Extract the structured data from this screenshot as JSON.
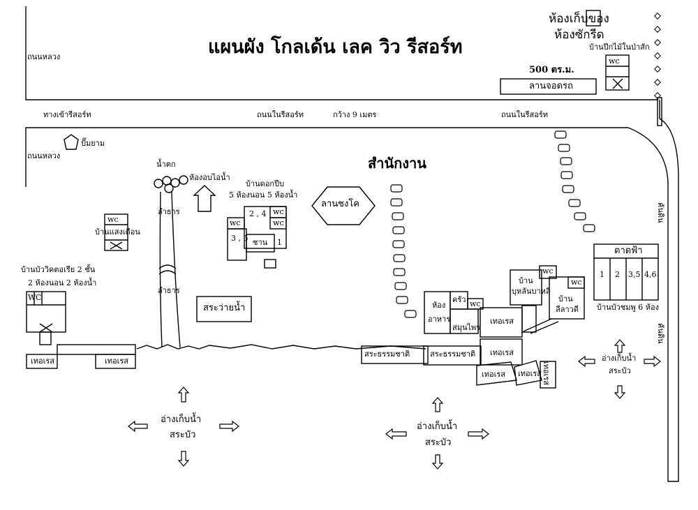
{
  "title": "แผนผัง โกลเด้น เลค วิว รีสอร์ท",
  "storage": {
    "line1": "ห้องเก็บของ",
    "line2": "ห้องซักรีด"
  },
  "teak_house": "บ้านปีกไม้ในป่าสัก",
  "area_size": "500 ตร.ม.",
  "parking": "ลานจอดรถ",
  "roads": {
    "main_top": "ถนนหลวง",
    "main_bottom": "ถนนหลวง",
    "entrance": "ทางเข้ารีสอร์ท",
    "inner_1": "ถนนในรีสอร์ท",
    "width": "กว้าง 9 เมตร",
    "inner_2": "ถนนในรีสอร์ท",
    "dyke_1": "คันดิน",
    "dyke_2": "คันดิน"
  },
  "gas_station": "ปั๊มยาม",
  "waterfall": "น้ำตก",
  "sauna": "ห้องอบไอน้ำ",
  "stream_1": "ลำธาร",
  "stream_2": "ลำธาร",
  "dokpeep": {
    "line1": "บ้านดอกปีบ",
    "line2": "5 ห้องนอน 5 ห้องน้ำ",
    "rooms_24": "2 , 4",
    "rooms_35": "3 , 5",
    "room_1": "1",
    "porch": "ชาน",
    "wc": "wc"
  },
  "changkho": "ลานชงโค",
  "office": "สำนักงาน",
  "saengduan": "บ้านแสงเดือน",
  "villa": {
    "line1": "บ้านบัววิคตอเรีย 2 ชั้น",
    "line2": "2 ห้องนอน 2 ห้องน้ำ",
    "wc_w": "W",
    "wc_c": "C"
  },
  "pool": "สระว่ายน้ำ",
  "terrace": "เทอเรส",
  "natural_pool": "สระธรรมชาติ",
  "restaurant": {
    "line1": "ห้อง",
    "line2": "อาหาร"
  },
  "kitchen": "ครัว",
  "herbs": "สมุนไพร",
  "pinkhouse": {
    "line1": "บ้าน",
    "line2": "บุหลันบาหลี"
  },
  "lilawadee": {
    "line1": "บ้าน",
    "line2": "ลีลาวดี"
  },
  "tadfa": {
    "name": "ตาดฟ้า",
    "rooms": [
      "1",
      "2",
      "3,5",
      "4,6"
    ]
  },
  "chomphu": "บ้านบัวชมพู 6 ห้อง",
  "reservoir": "อ่างเก็บน้ำ",
  "lotus": "สระบัว",
  "wc": "wc",
  "colors": {
    "line": "#000000",
    "background": "#ffffff"
  }
}
